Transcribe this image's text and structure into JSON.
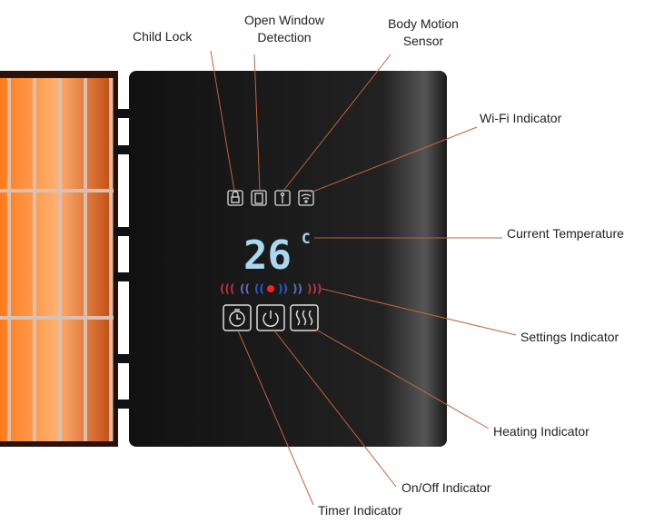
{
  "colors": {
    "leader": "#c0643a",
    "panel": "#1a1a1a",
    "display": "#a9d8f0",
    "heat": "#ff8a30"
  },
  "display": {
    "temperature": "26",
    "unit": "C"
  },
  "labels": {
    "child_lock": "Child Lock",
    "open_window_1": "Open Window",
    "open_window_2": "Detection",
    "body_motion_1": "Body Motion",
    "body_motion_2": "Sensor",
    "wifi": "Wi-Fi Indicator",
    "current_temp": "Current Temperature",
    "settings": "Settings Indicator",
    "heating": "Heating Indicator",
    "onoff": "On/Off Indicator",
    "timer": "Timer Indicator"
  }
}
